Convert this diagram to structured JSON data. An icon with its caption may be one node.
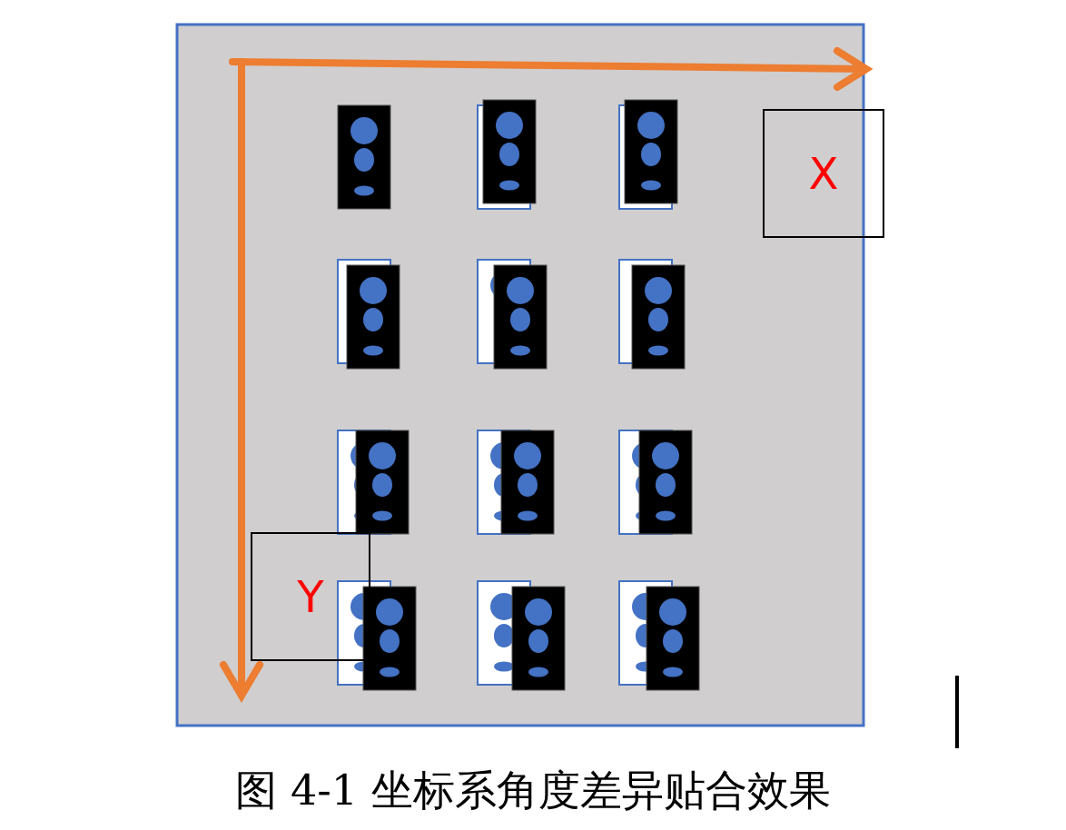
{
  "diagram": {
    "caption": "图 4-1 坐标系角度差异贴合效果",
    "nodes": [
      {
        "text": [
          "X"
        ]
      },
      {
        "text": [
          "Y"
        ]
      }
    ]
  }
}
